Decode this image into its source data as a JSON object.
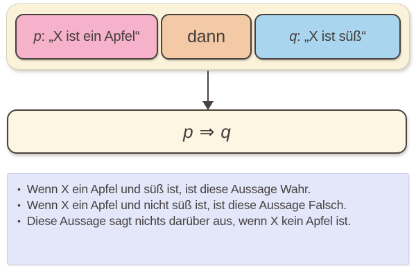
{
  "premise_group": {
    "p_box": {
      "variable": "p",
      "statement": ": „X ist ein Apfel“"
    },
    "connector": {
      "label": "dann"
    },
    "q_box": {
      "variable": "q",
      "statement": ": „X ist süß“"
    }
  },
  "implication_box": {
    "lhs": "p",
    "operator": "⇒",
    "rhs": "q"
  },
  "notes": {
    "bullet_char": "•",
    "items": [
      "Wenn X ein Apfel und süß ist, ist diese Aussage Wahr.",
      "Wenn X ein Apfel und nicht süß ist, ist diese Aussage Falsch.",
      "Diese Aussage sagt nichts darüber aus, wenn X kein Apfel ist."
    ]
  },
  "colors": {
    "premise_p_fill": "#f6b2cb",
    "connector_fill": "#f3caa5",
    "premise_q_fill": "#a9d6ee",
    "premise_group_fill": "#faf3da",
    "implication_fill": "#fdf6e2",
    "notes_fill": "#e4e7f9",
    "ink": "#473f3e"
  }
}
